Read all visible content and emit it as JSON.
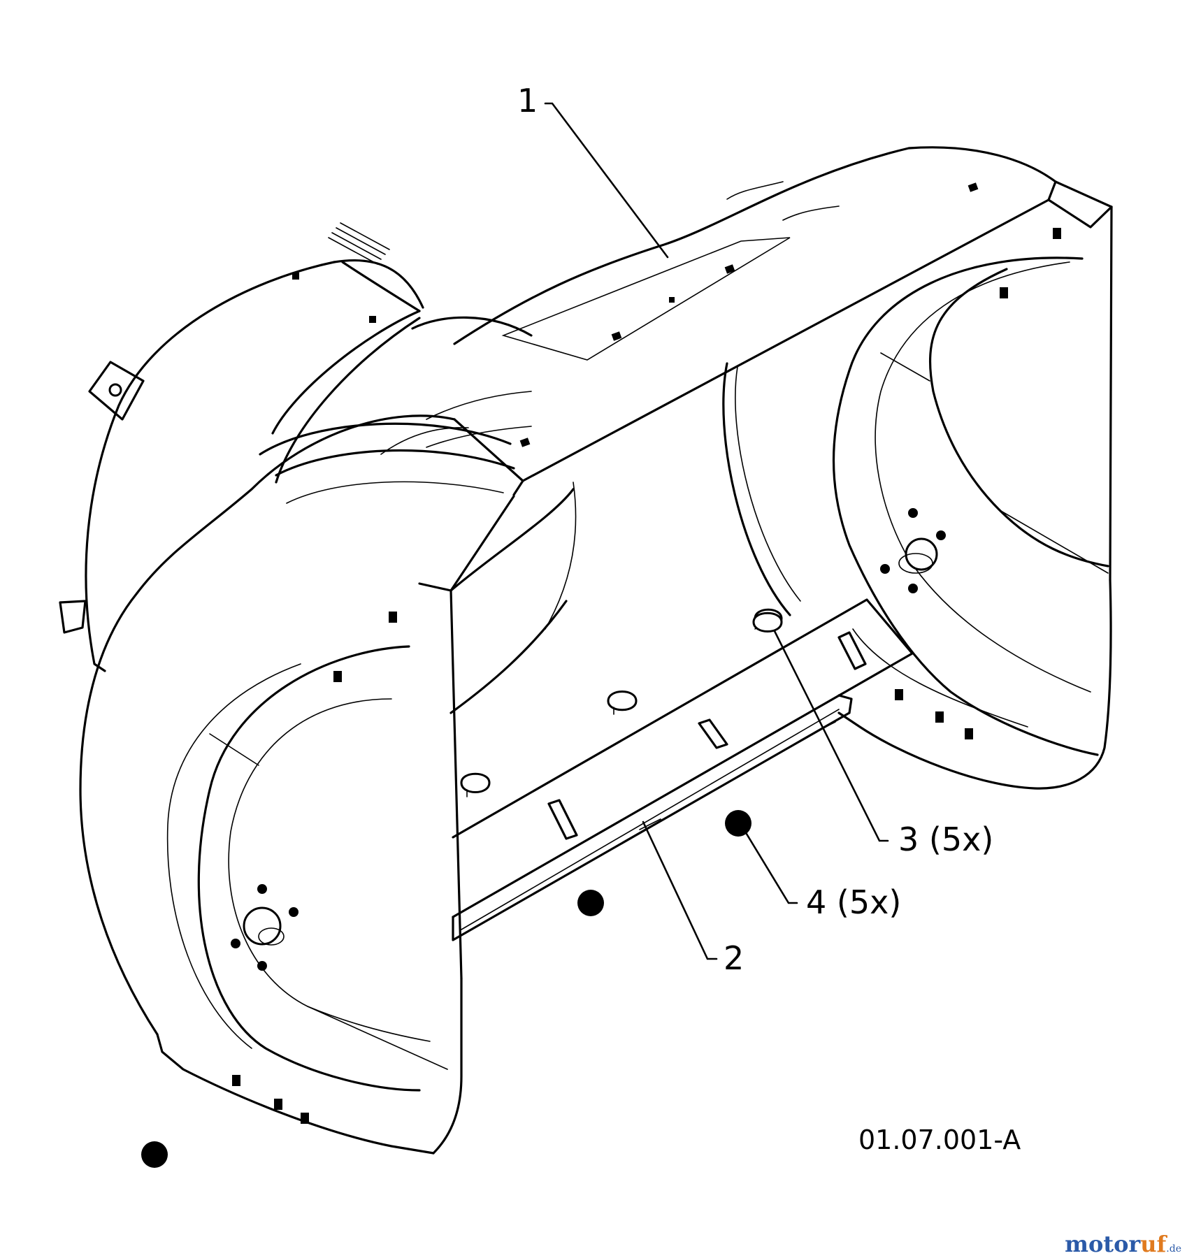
{
  "callouts": [
    {
      "id": "1",
      "label": "1"
    },
    {
      "id": "2",
      "label": "2"
    },
    {
      "id": "3",
      "label": "3 (5x)"
    },
    {
      "id": "4",
      "label": "4 (5x)"
    }
  ],
  "figure_ref": "01.07.001-A",
  "watermark": {
    "part1": "motor",
    "part2": "uf",
    "suffix": ".de"
  },
  "colors": {
    "line": "#000000",
    "background": "#ffffff",
    "watermark_blue": "#2b5aa8",
    "watermark_orange": "#e07a1f"
  }
}
